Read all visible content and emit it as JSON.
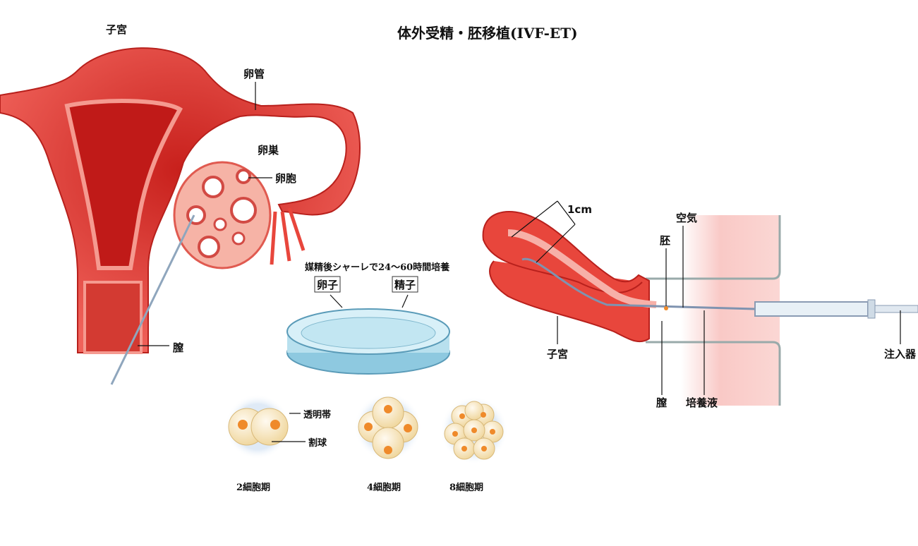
{
  "title": "体外受精・胚移植(IVF-ET)",
  "left_diagram": {
    "uterus": "子宮",
    "fallopian_tube": "卵管",
    "ovary": "卵巣",
    "follicle": "卵胞",
    "vagina": "膣"
  },
  "culture": {
    "caption": "媒精後シャーレで24～60時間培養",
    "egg": "卵子",
    "sperm": "精子"
  },
  "embryos": {
    "zona_pellucida": "透明帯",
    "blastomere": "割球",
    "stages": [
      "2細胞期",
      "4細胞期",
      "8細胞期"
    ]
  },
  "transfer_diagram": {
    "distance": "1cm",
    "air": "空気",
    "embryo": "胚",
    "uterus": "子宮",
    "vagina": "膣",
    "culture_medium": "培養液",
    "syringe": "注入器"
  },
  "colors": {
    "tissue": "#e8463c",
    "tissue_light": "#f6a89a",
    "dish": "#9fd3e8",
    "cell": "#f7e6b8",
    "nucleus": "#ef8a2a"
  }
}
